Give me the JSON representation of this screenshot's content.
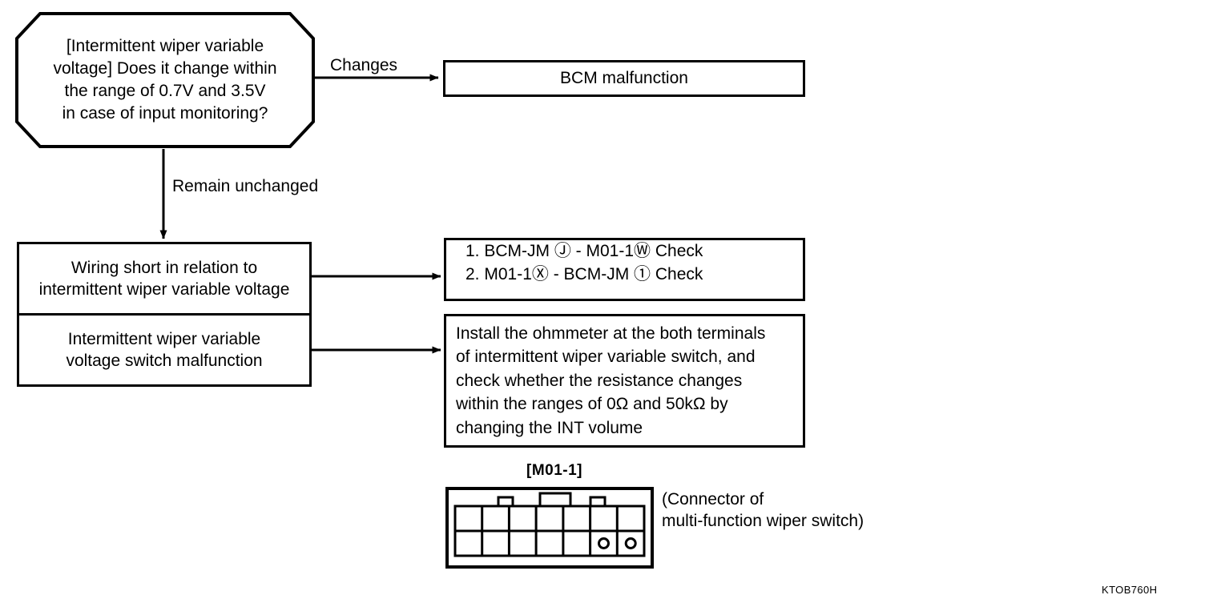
{
  "diagram": {
    "reference_code": "KTOB760H",
    "decision": {
      "text": "[Intermittent wiper variable\nvoltage] Does it change within\nthe range of 0.7V and 3.5V\nin case of input monitoring?"
    },
    "edges": {
      "changes_label": "Changes",
      "remain_label": "Remain unchanged"
    },
    "outcome_box": {
      "text": "BCM malfunction"
    },
    "causes": [
      {
        "text": "Wiring short in relation to\nintermittent wiper variable voltage"
      },
      {
        "text": "Intermittent wiper variable\nvoltage switch malfunction"
      }
    ],
    "checks_box": {
      "items": [
        "1. BCM-JM Ⓙ - M01-1Ⓦ  Check",
        "2. M01-1Ⓧ - BCM-JM ①  Check"
      ]
    },
    "procedure_box": {
      "text": "Install the ohmmeter at the both terminals\nof intermittent wiper variable switch, and\ncheck whether the resistance changes\nwithin the ranges of 0Ω and 50kΩ by\nchanging the INT volume"
    },
    "connector": {
      "title": "[M01-1]",
      "caption": "(Connector of\nmulti-function wiper switch)",
      "columns": 7,
      "rows": 2,
      "filled_pins": [
        {
          "row": 2,
          "col": 6
        },
        {
          "row": 2,
          "col": 7
        }
      ]
    },
    "colors": {
      "stroke": "#000000",
      "background": "#ffffff"
    }
  }
}
